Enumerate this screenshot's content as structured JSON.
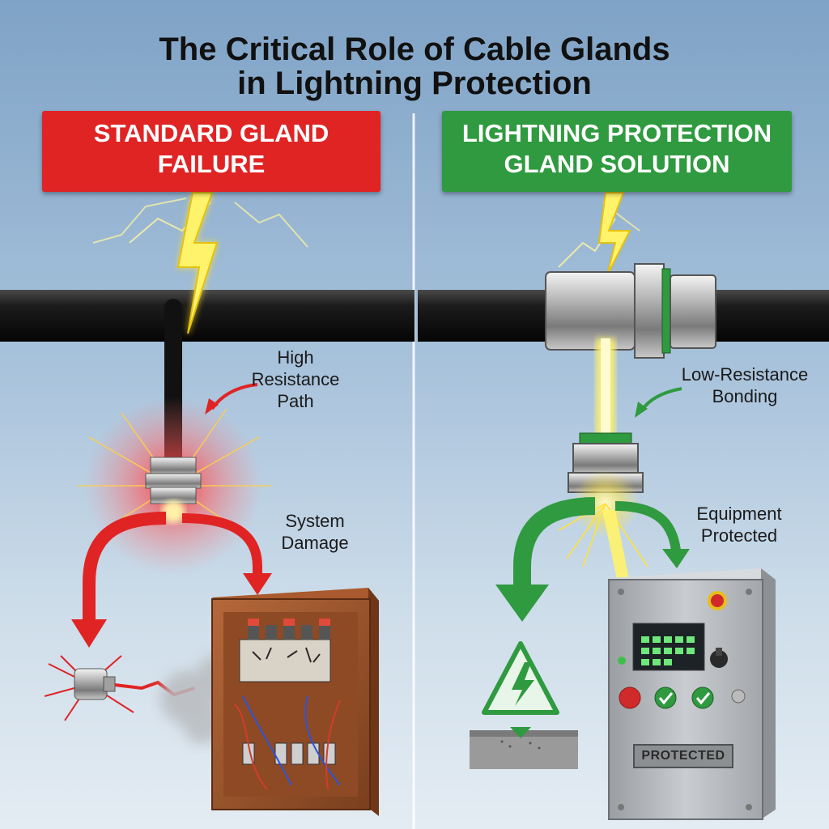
{
  "title": {
    "line1": "The Critical Role of Cable Glands",
    "line2": "in Lightning Protection"
  },
  "left_panel": {
    "banner_line1": "STANDARD GLAND",
    "banner_line2": "FAILURE",
    "banner_color": "#e02424",
    "label_path_1": "High",
    "label_path_2": "Resistance",
    "label_path_3": "Path",
    "label_damage_1": "System",
    "label_damage_2": "Damage"
  },
  "right_panel": {
    "banner_line1": "LIGHTNING PROTECTION",
    "banner_line2": "GLAND SOLUTION",
    "banner_color": "#2f9a3f",
    "label_bond_1": "Low-Resistance",
    "label_bond_2": "Bonding",
    "label_equip_1": "Equipment",
    "label_equip_2": "Protected",
    "plate_label": "PROTECTED"
  }
}
